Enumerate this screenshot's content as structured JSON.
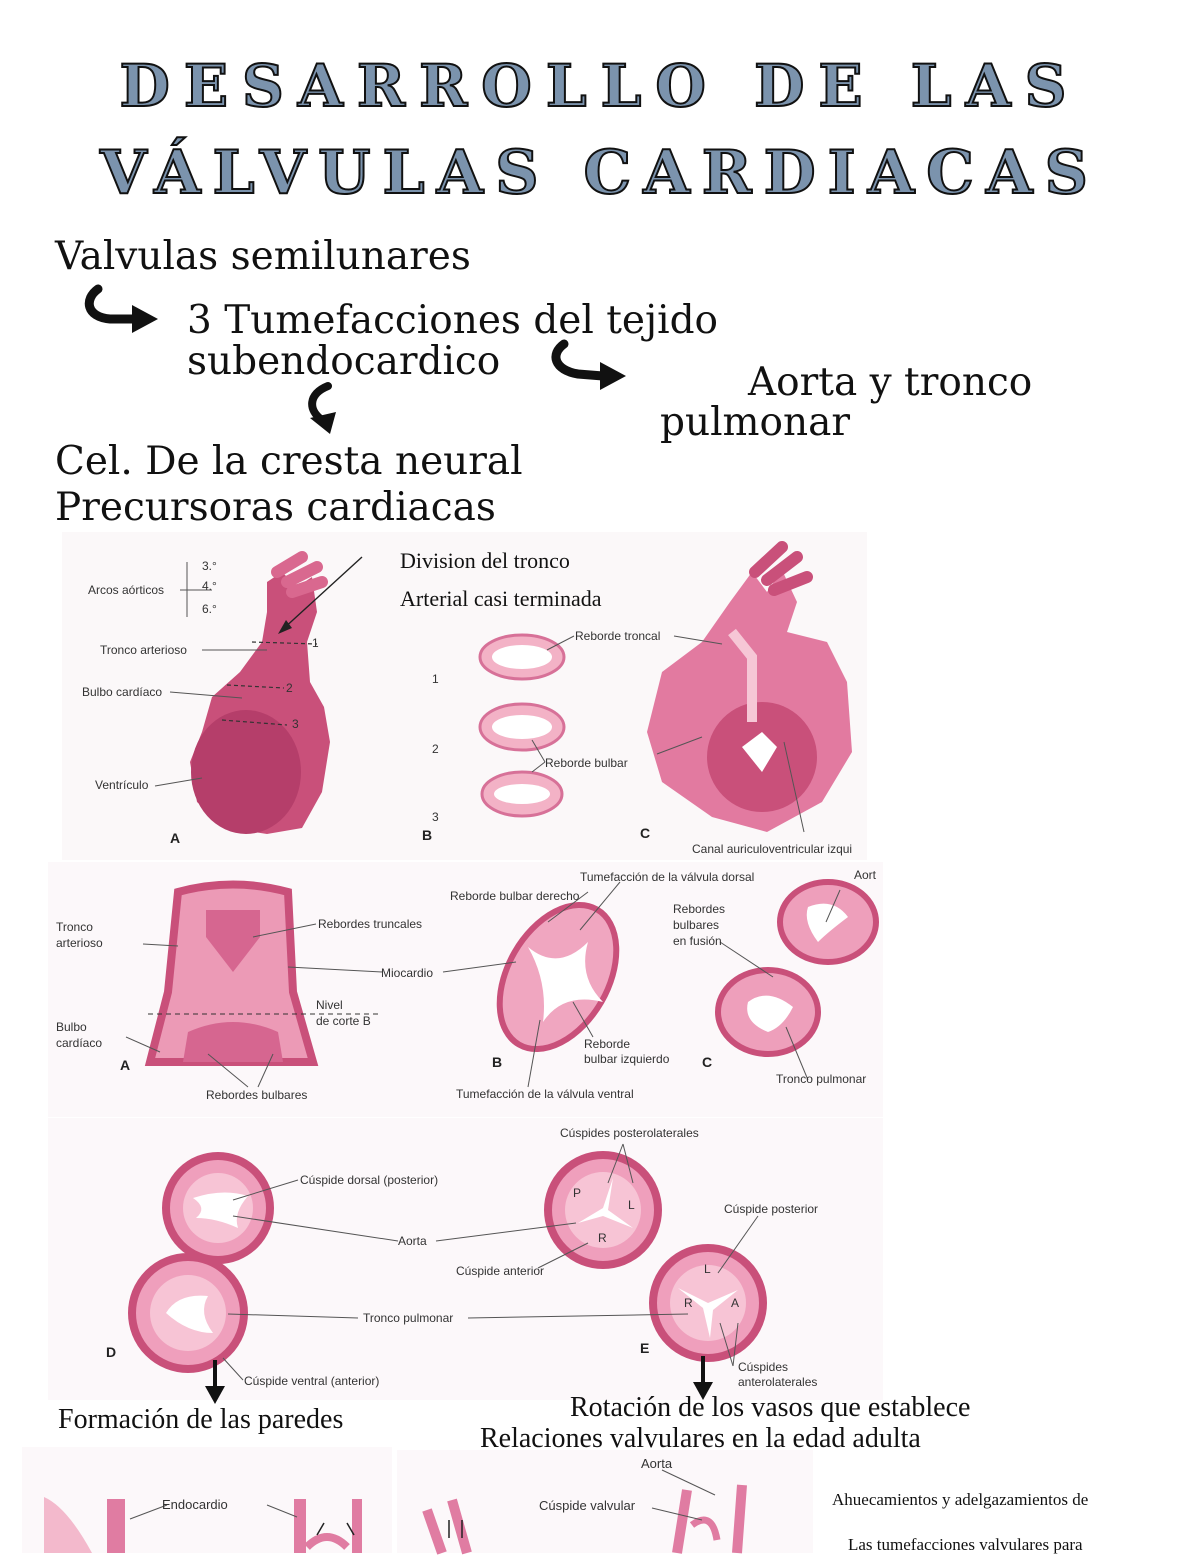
{
  "title": {
    "line1": "DESARROLLO DE LAS",
    "line2": "VÁLVULAS CARDIACAS"
  },
  "notes": {
    "semilunares": "Valvulas semilunares",
    "tumefacciones_1": "3 Tumefacciones del tejido",
    "tumefacciones_2": "subendocardico",
    "aorta_1": "Aorta y tronco",
    "aorta_2": "pulmonar",
    "cresta_1": "Cel. De la cresta neural",
    "cresta_2": "Precursoras cardiacas",
    "division_1": "Division del tronco",
    "division_2": "Arterial casi terminada",
    "paredes": "Formación de las paredes",
    "rotacion_1": "Rotación de los vasos que establece",
    "rotacion_2": "Relaciones valvulares en la edad adulta",
    "ahuecamientos_1": "Ahuecamientos y adelgazamientos de",
    "ahuecamientos_2": "Las tumefacciones valvulares para"
  },
  "fig1": {
    "arcos": "Arcos aórticos",
    "arco3": "3.°",
    "arco4": "4.°",
    "arco6": "6.°",
    "tronco": "Tronco arterioso",
    "bulbo": "Bulbo cardíaco",
    "ventriculo": "Ventrículo",
    "n1": "1",
    "n2": "2",
    "n3": "3",
    "reborde_troncal": "Reborde troncal",
    "reborde_bulbar": "Reborde bulbar",
    "canal": "Canal auriculoventricular izqui",
    "A": "A",
    "B": "B",
    "C": "C"
  },
  "fig2": {
    "tronco_1": "Tronco",
    "tronco_2": "arterioso",
    "rebordes_truncales": "Rebordes truncales",
    "miocardio": "Miocardio",
    "nivel_1": "Nivel",
    "nivel_2": "de corte B",
    "bulbo_1": "Bulbo",
    "bulbo_2": "cardíaco",
    "rebordes_bulbares": "Rebordes bulbares",
    "tum_dorsal": "Tumefacción de la válvula dorsal",
    "reborde_derecho": "Reborde bulbar derecho",
    "reborde_izq_1": "Reborde",
    "reborde_izq_2": "bulbar izquierdo",
    "tum_ventral": "Tumefacción de la válvula ventral",
    "fusion_1": "Rebordes",
    "fusion_2": "bulbares",
    "fusion_3": "en fusión",
    "aorta": "Aort",
    "tronco_pulmonar": "Tronco pulmonar",
    "A": "A",
    "B": "B",
    "C": "C"
  },
  "fig3": {
    "cuspide_dorsal": "Cúspide dorsal (posterior)",
    "aorta": "Aorta",
    "tronco_pulmonar": "Tronco pulmonar",
    "cuspide_ventral": "Cúspide ventral (anterior)",
    "posterolaterales": "Cúspides posterolaterales",
    "cuspide_anterior": "Cúspide anterior",
    "cuspide_posterior": "Cúspide posterior",
    "anterolaterales_1": "Cúspides",
    "anterolaterales_2": "anterolaterales",
    "P": "P",
    "L": "L",
    "R": "R",
    "L2": "L",
    "R2": "R",
    "A2": "A",
    "D": "D",
    "E": "E"
  },
  "fig4": {
    "endocardio": "Endocardio",
    "aorta": "Aorta",
    "cuspide_valvular": "Cúspide valvular"
  }
}
